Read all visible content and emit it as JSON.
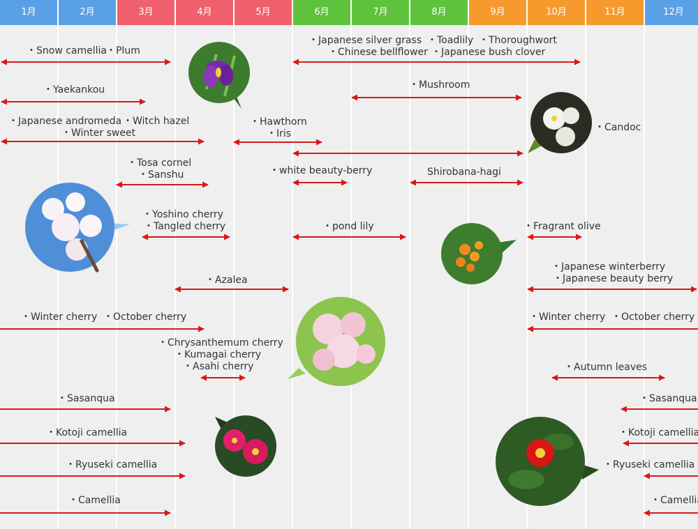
{
  "months": [
    {
      "label": "1月",
      "color": "#5aa0e6"
    },
    {
      "label": "2月",
      "color": "#5aa0e6"
    },
    {
      "label": "3月",
      "color": "#f0606c"
    },
    {
      "label": "4月",
      "color": "#f0606c"
    },
    {
      "label": "5月",
      "color": "#f0606c"
    },
    {
      "label": "6月",
      "color": "#5ec23c"
    },
    {
      "label": "7月",
      "color": "#5ec23c"
    },
    {
      "label": "8月",
      "color": "#5ec23c"
    },
    {
      "label": "9月",
      "color": "#f79a2e"
    },
    {
      "label": "10月",
      "color": "#f79a2e"
    },
    {
      "label": "11月",
      "color": "#f79a2e"
    },
    {
      "label": "12月",
      "color": "#5aa0e6"
    }
  ],
  "colors": {
    "arrow": "#d81818",
    "text": "#333333",
    "column_bg": "#efefef"
  },
  "labels": {
    "snow_camellia": "・Snow camellia",
    "plum": "・Plum",
    "yaekankou": "・Yaekankou",
    "japanese_andromeda": "・Japanese andromeda",
    "witch_hazel": "・Witch hazel",
    "winter_sweet": "・Winter sweet",
    "tosa_cornel": "・Tosa cornel",
    "sanshu": "・Sanshu",
    "yoshino_cherry": "・Yoshino cherry",
    "tangled_cherry": "・Tangled cherry",
    "azalea": "・Azalea",
    "winter_cherry_left": "・Winter cherry",
    "october_cherry_left": "・October cherry",
    "chrysanthemum_cherry": "・Chrysanthemum cherry",
    "kumagai_cherry": "・Kumagai cherry",
    "asahi_cherry": "・Asahi cherry",
    "sasanqua_left": "・Sasanqua",
    "kotoji_camellia_left": "・Kotoji camellia",
    "ryuseki_camellia_left": "・Ryuseki camellia",
    "camellia_left": "・Camellia",
    "japanese_silver_grass": "・Japanese silver grass",
    "toadlily": "・Toadlily",
    "thoroughwort": "・Thoroughwort",
    "chinese_bellflower": "・Chinese bellflower",
    "japanese_bush_clover": "・Japanese bush clover",
    "mushroom": "・Mushroom",
    "hawthorn": "・Hawthorn",
    "iris": "・Iris",
    "candoc": "・Candoc",
    "white_beauty_berry": "・white beauty-berry",
    "shirobana_hagi": "Shirobana-hagi",
    "pond_lily": "・pond lily",
    "fragrant_olive": "・Fragrant olive",
    "japanese_winterberry": "・Japanese winterberry",
    "japanese_beauty_berry": "・Japanese beauty berry",
    "winter_cherry_right": "・Winter cherry",
    "october_cherry_right": "・October cherry",
    "autumn_leaves": "・Autumn leaves",
    "sasanqua_right": "・Sasanqua",
    "kotoji_camellia_right": "・Kotoji camellia",
    "ryuseki_camellia_right": "・Ryuseki camellia",
    "camellia_right": "・Camellia"
  }
}
